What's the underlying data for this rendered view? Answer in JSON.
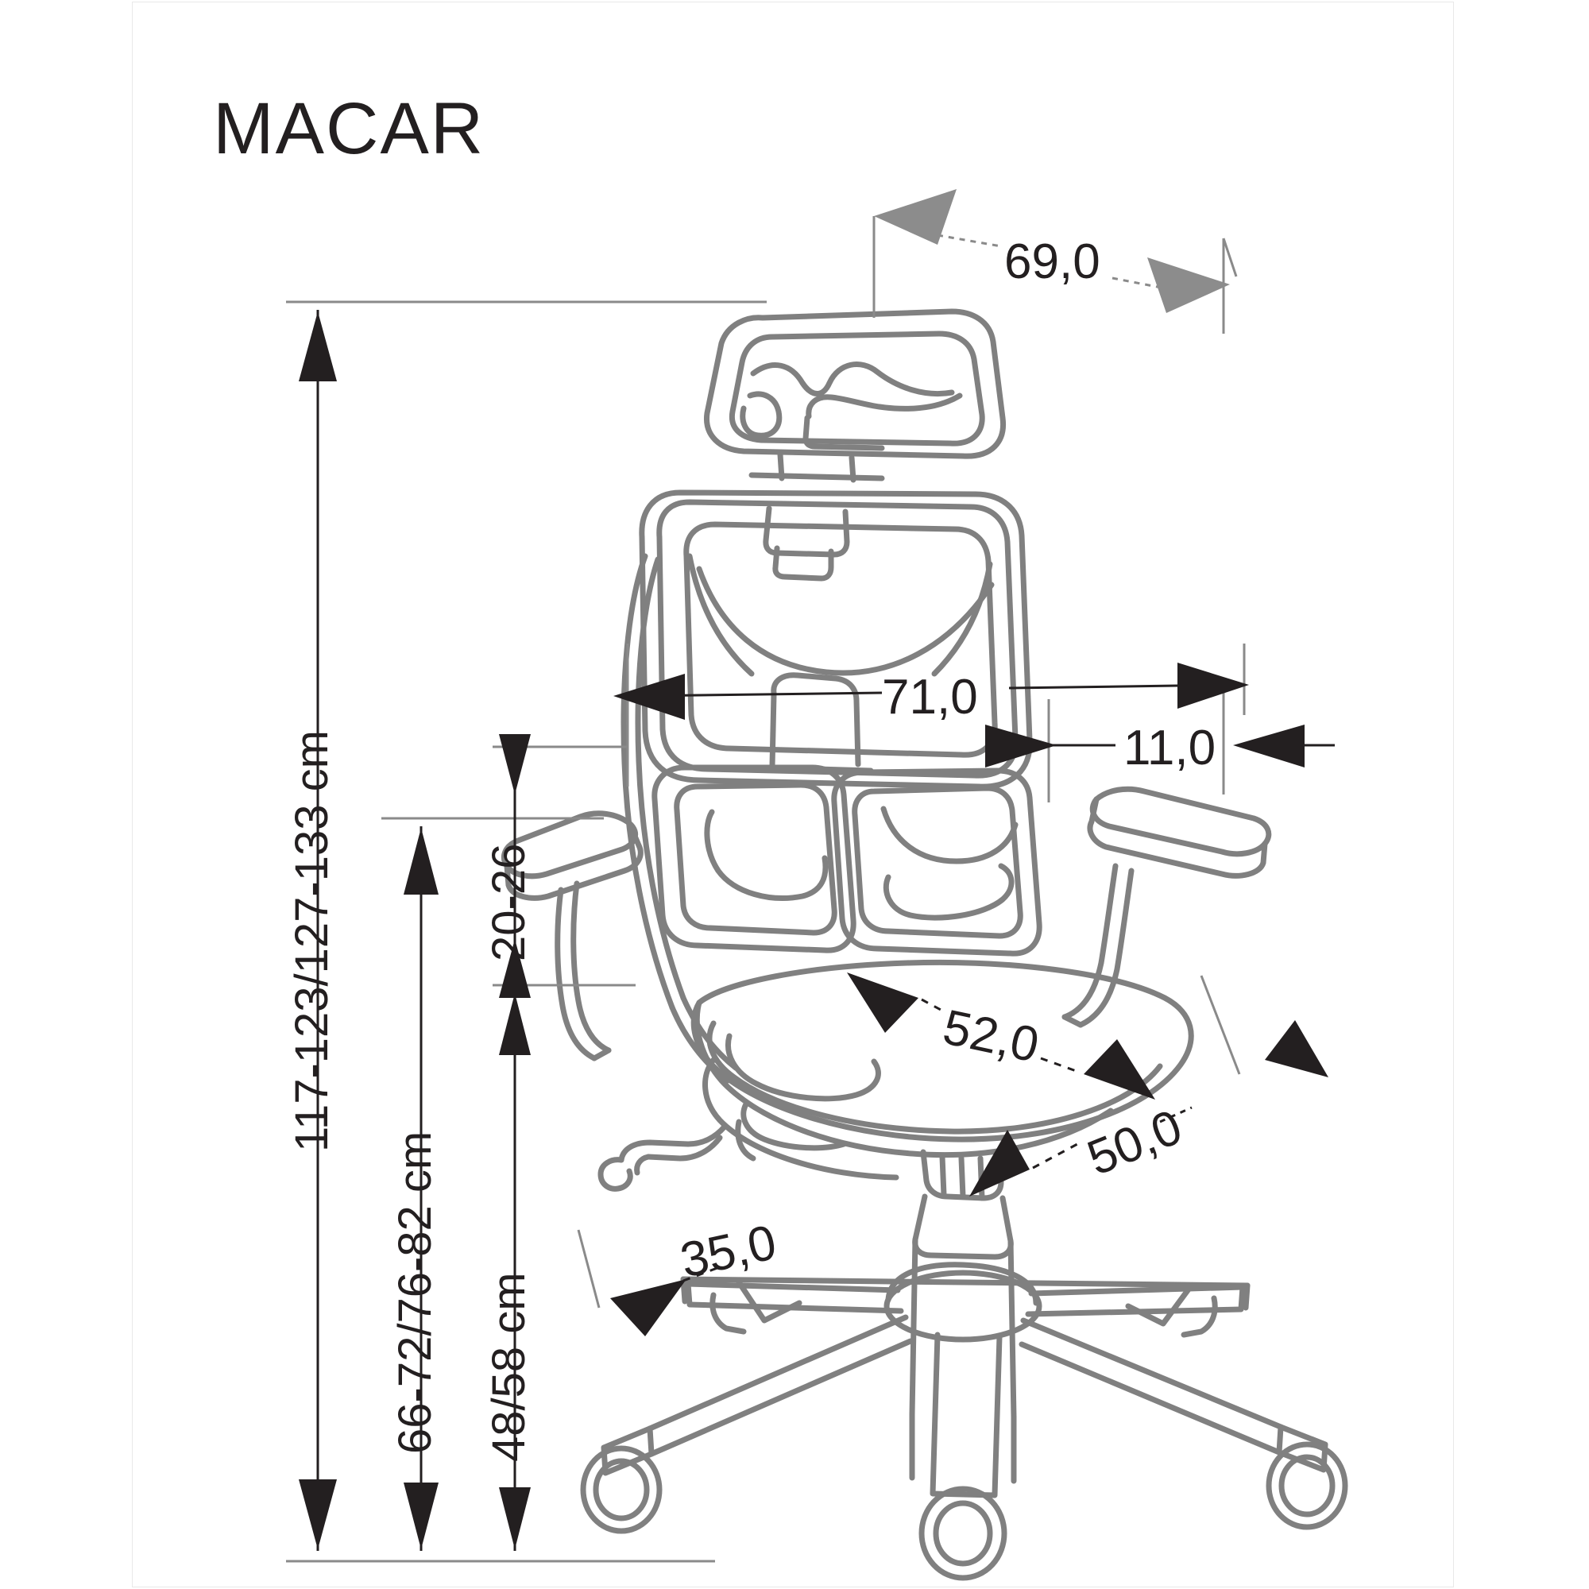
{
  "document": {
    "type": "technical-dimension-drawing",
    "product_name": "MACAR",
    "product_category": "office-chair",
    "background_color": "#ffffff",
    "line_color": "#808080",
    "text_color": "#231f20",
    "gray_arrow_color": "#8c8c8c",
    "black_arrow_color": "#231f20"
  },
  "title": {
    "label": "MACAR"
  },
  "dimensions": {
    "total_height": {
      "value": "117-123/127-133 cm",
      "orientation": "vertical",
      "position": "left-outer",
      "arrow_color": "#231f20"
    },
    "seat_back_height": {
      "value": "66-72/76-82 cm",
      "orientation": "vertical",
      "position": "left-middle",
      "arrow_color": "#231f20"
    },
    "seat_height": {
      "value": "48/58 cm",
      "orientation": "vertical",
      "position": "left-inner",
      "arrow_color": "#231f20"
    },
    "headrest_travel": {
      "value": "20-26",
      "orientation": "vertical",
      "position": "left-inner-short",
      "arrow_color": "#231f20"
    },
    "overall_depth": {
      "value": "69,0",
      "orientation": "horizontal",
      "position": "top",
      "arrow_color": "#8c8c8c"
    },
    "overall_width": {
      "value": "71,0",
      "orientation": "horizontal",
      "position": "backrest",
      "arrow_color": "#231f20"
    },
    "armrest_width": {
      "value": "11,0",
      "orientation": "horizontal",
      "position": "right-armrest",
      "arrow_color": "#231f20"
    },
    "seat_width": {
      "value": "52,0",
      "orientation": "diagonal",
      "position": "seat",
      "arrow_color": "#231f20"
    },
    "seat_depth": {
      "value": "50,0",
      "orientation": "diagonal",
      "position": "seat-right",
      "arrow_color": "#231f20"
    },
    "base_diameter": {
      "value": "35,0",
      "orientation": "diagonal",
      "position": "base",
      "arrow_color": "#231f20"
    }
  },
  "parts": [
    {
      "name": "headrest",
      "label": "headrest"
    },
    {
      "name": "backrest",
      "label": "backrest"
    },
    {
      "name": "lumbar-support",
      "label": "lumbar support"
    },
    {
      "name": "armrest-left",
      "label": "left armrest"
    },
    {
      "name": "armrest-right",
      "label": "right armrest"
    },
    {
      "name": "seat",
      "label": "seat"
    },
    {
      "name": "gas-lift",
      "label": "gas lift cylinder"
    },
    {
      "name": "base-star",
      "label": "5-star base"
    },
    {
      "name": "caster",
      "label": "caster wheel"
    },
    {
      "name": "tilt-lever",
      "label": "tilt lever"
    }
  ]
}
